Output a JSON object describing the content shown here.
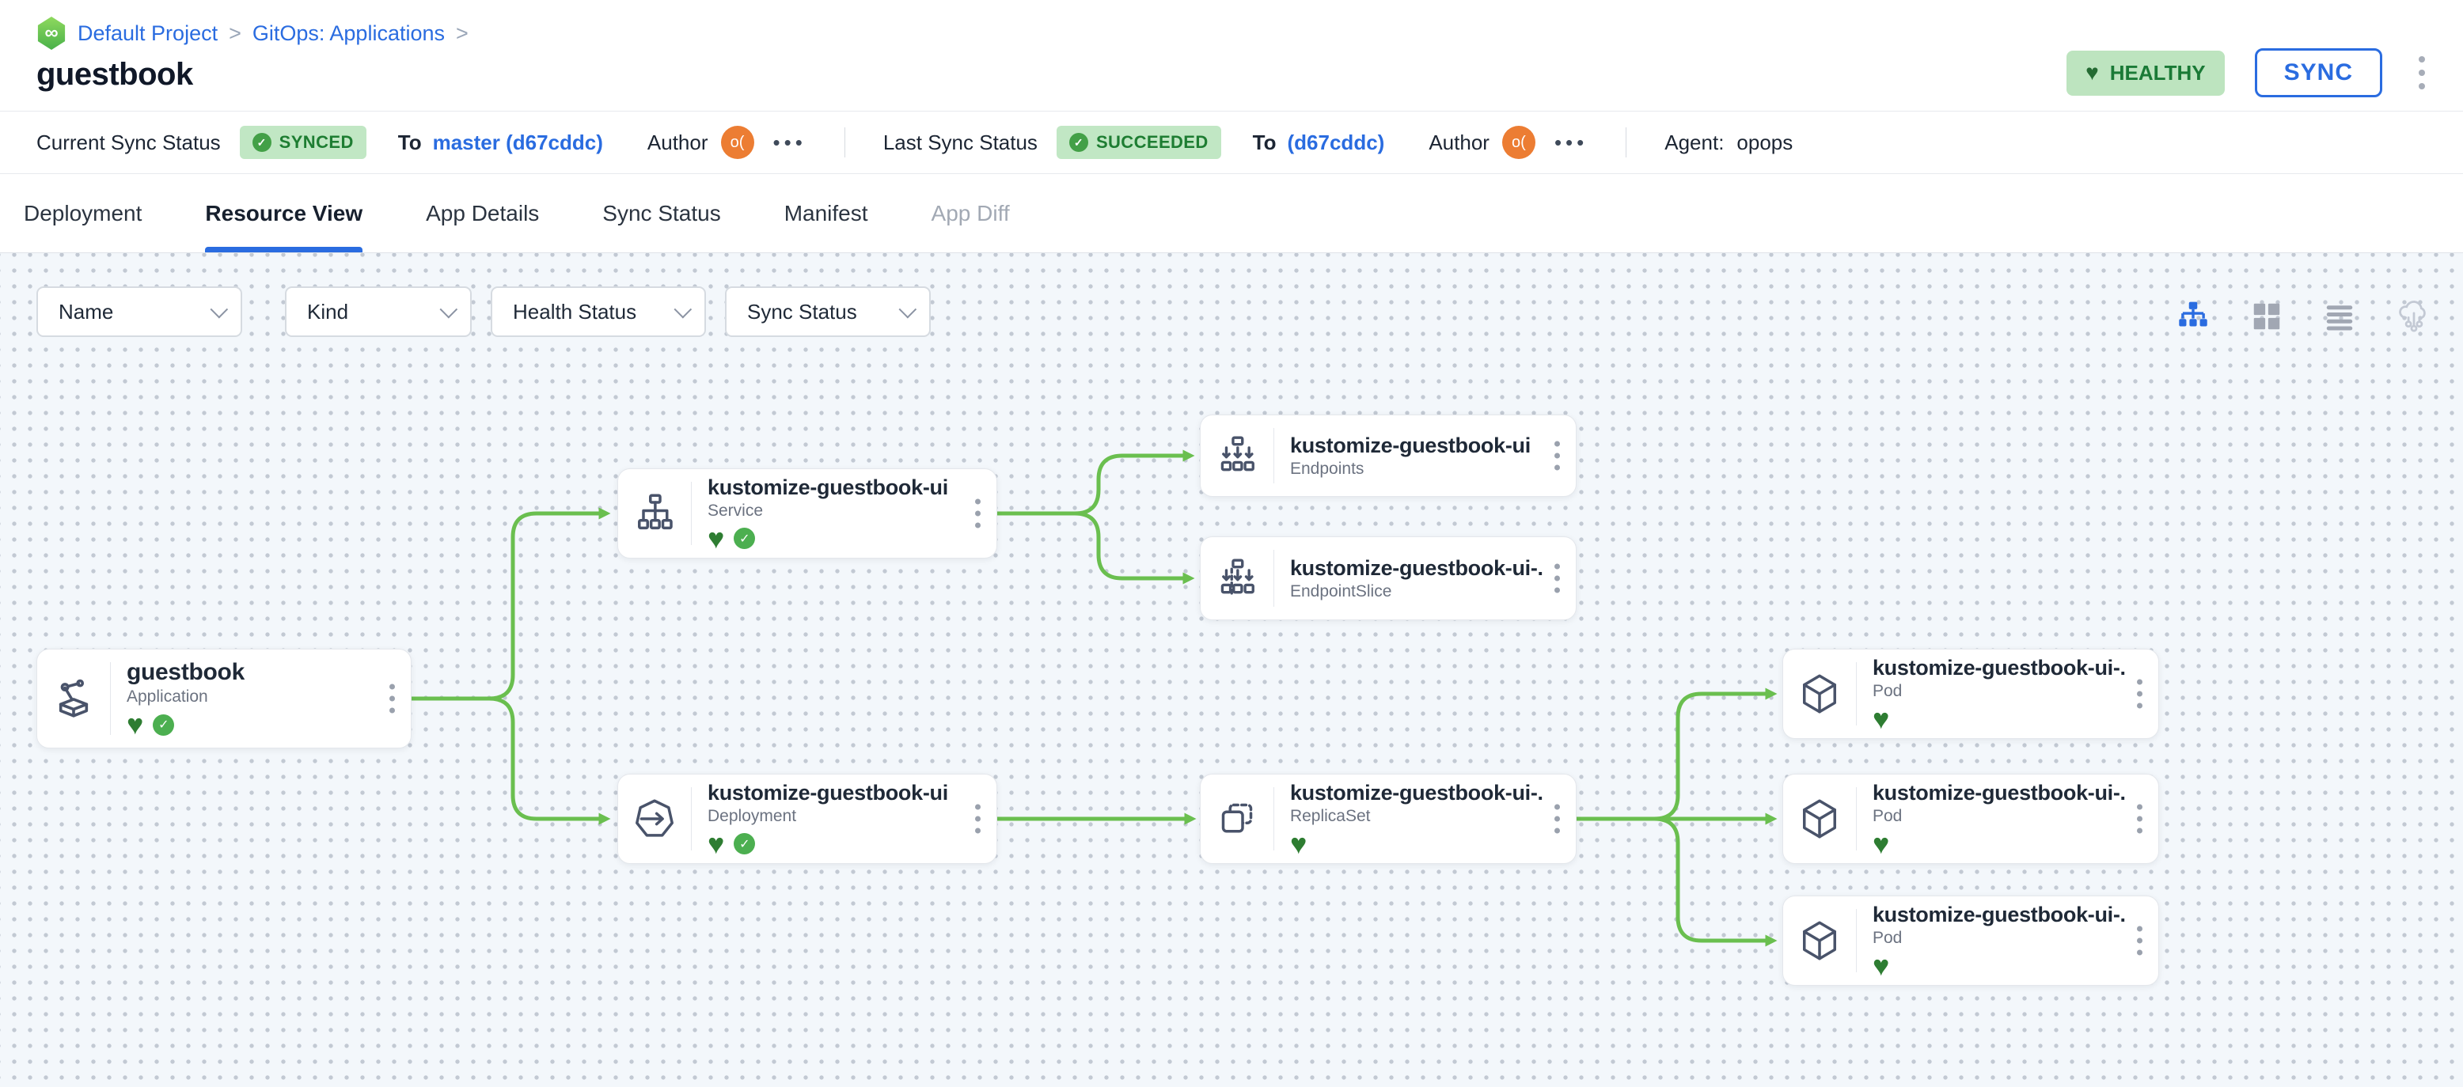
{
  "breadcrumb": {
    "icon": "infinity-hexagon",
    "project": "Default Project",
    "separator": ">",
    "section": "GitOps: Applications",
    "infinity_glyph": "∞"
  },
  "header": {
    "title": "guestbook",
    "health_badge": "HEALTHY",
    "sync_button": "SYNC"
  },
  "status_bar": {
    "current": {
      "label": "Current Sync Status",
      "badge": "SYNCED",
      "to": "To",
      "target": "master (d67cddc)",
      "author_label": "Author",
      "author_avatar": "o(",
      "more": "•••"
    },
    "last": {
      "label": "Last Sync Status",
      "badge": "SUCCEEDED",
      "to": "To",
      "target": "(d67cddc)",
      "author_label": "Author",
      "author_avatar": "o(",
      "more": "•••"
    },
    "agent": {
      "label": "Agent:",
      "value": "opops"
    },
    "check_glyph": "✓"
  },
  "tabs": [
    {
      "label": "Deployment",
      "active": false
    },
    {
      "label": "Resource View",
      "active": true
    },
    {
      "label": "App Details",
      "active": false
    },
    {
      "label": "Sync Status",
      "active": false
    },
    {
      "label": "Manifest",
      "active": false
    },
    {
      "label": "App Diff",
      "active": false,
      "disabled": true
    }
  ],
  "filters": [
    {
      "label": "Name"
    },
    {
      "label": "Kind"
    },
    {
      "label": "Health Status"
    },
    {
      "label": "Sync Status"
    }
  ],
  "view_toggles": [
    {
      "name": "tree-view",
      "active": true
    },
    {
      "name": "grid-view",
      "active": false
    },
    {
      "name": "list-view",
      "active": false
    },
    {
      "name": "cloud-view",
      "active": false
    }
  ],
  "nodes": [
    {
      "title": "guestbook",
      "kind": "Application",
      "health": [
        "healthy",
        "synced"
      ]
    },
    {
      "title": "kustomize-guestbook-ui",
      "kind": "Service",
      "health": [
        "healthy",
        "synced"
      ]
    },
    {
      "title": "kustomize-guestbook-ui",
      "kind": "Endpoints",
      "health": []
    },
    {
      "title": "kustomize-guestbook-ui-...",
      "kind": "EndpointSlice",
      "health": []
    },
    {
      "title": "kustomize-guestbook-ui",
      "kind": "Deployment",
      "health": [
        "healthy",
        "synced"
      ]
    },
    {
      "title": "kustomize-guestbook-ui-...",
      "kind": "ReplicaSet",
      "health": [
        "healthy"
      ]
    },
    {
      "title": "kustomize-guestbook-ui-...",
      "kind": "Pod",
      "health": [
        "healthy"
      ]
    },
    {
      "title": "kustomize-guestbook-ui-...",
      "kind": "Pod",
      "health": [
        "healthy"
      ]
    },
    {
      "title": "kustomize-guestbook-ui-...",
      "kind": "Pod",
      "health": [
        "healthy"
      ]
    }
  ],
  "edges": [
    {
      "from": "guestbook/Application",
      "to": "kustomize-guestbook-ui/Service"
    },
    {
      "from": "guestbook/Application",
      "to": "kustomize-guestbook-ui/Deployment"
    },
    {
      "from": "kustomize-guestbook-ui/Service",
      "to": "kustomize-guestbook-ui/Endpoints"
    },
    {
      "from": "kustomize-guestbook-ui/Service",
      "to": "kustomize-guestbook-ui-.../EndpointSlice"
    },
    {
      "from": "kustomize-guestbook-ui/Deployment",
      "to": "kustomize-guestbook-ui-.../ReplicaSet"
    },
    {
      "from": "kustomize-guestbook-ui-.../ReplicaSet",
      "to": "kustomize-guestbook-ui-.../Pod-1"
    },
    {
      "from": "kustomize-guestbook-ui-.../ReplicaSet",
      "to": "kustomize-guestbook-ui-.../Pod-2"
    },
    {
      "from": "kustomize-guestbook-ui-.../ReplicaSet",
      "to": "kustomize-guestbook-ui-.../Pod-3"
    }
  ],
  "glyphs": {
    "heart": "♥",
    "check": "✓"
  },
  "colors": {
    "accent_blue": "#2a6ce0",
    "edge_green": "#6abf4f",
    "healthy_heart": "#2e7d32",
    "synced_check": "#4caf50",
    "badge_bg": "#c1e7c4",
    "badge_text": "#1e7d32",
    "canvas_bg": "#f3f7fb",
    "avatar_orange": "#ec7d33"
  }
}
